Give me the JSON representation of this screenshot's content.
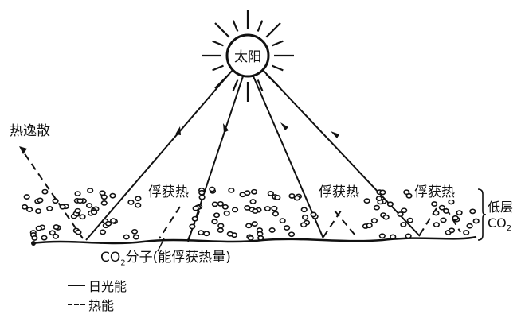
{
  "sun": {
    "label": "太阳"
  },
  "labels": {
    "heat_escape": "热逸散",
    "trapped_heat_1": "俘获热",
    "trapped_heat_2": "俘获热",
    "trapped_heat_3": "俘获热",
    "low_layer_line1": "低层",
    "low_layer_co2_main": "CO",
    "low_layer_co2_sub": "2",
    "molecule_prefix": "CO",
    "molecule_sub": "2",
    "molecule_suffix": "分子(能俘获热量)"
  },
  "legend": {
    "solar_energy": "日光能",
    "heat_energy": "热能"
  },
  "colors": {
    "ink": "#111111",
    "background": "#ffffff"
  }
}
